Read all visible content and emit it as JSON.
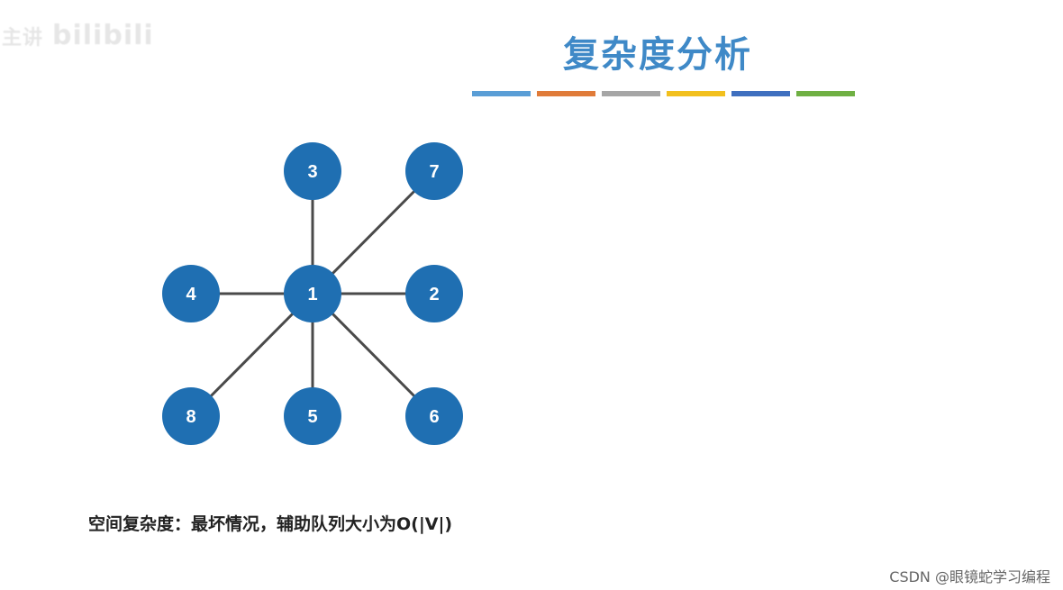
{
  "watermark": {
    "text": "主讲 bilibili",
    "prefix": "主讲",
    "logo": "bilibili"
  },
  "title": "复杂度分析",
  "accent_colors": [
    "#5a9ed6",
    "#e07b39",
    "#a6a6a6",
    "#f2c01e",
    "#3f6fbf",
    "#6fb043"
  ],
  "graph": {
    "node_color": "#1f6fb2",
    "edge_color": "#4a4a4a",
    "nodes": [
      "1",
      "2",
      "3",
      "4",
      "5",
      "6",
      "7",
      "8"
    ],
    "edges": [
      [
        "1",
        "3"
      ],
      [
        "1",
        "7"
      ],
      [
        "1",
        "4"
      ],
      [
        "1",
        "2"
      ],
      [
        "1",
        "8"
      ],
      [
        "1",
        "5"
      ],
      [
        "1",
        "6"
      ]
    ]
  },
  "caption": {
    "text": "空间复杂度：最坏情况，辅助队列大小为",
    "complexity": "O(|V|)"
  },
  "credit": "CSDN @眼镜蛇学习编程"
}
